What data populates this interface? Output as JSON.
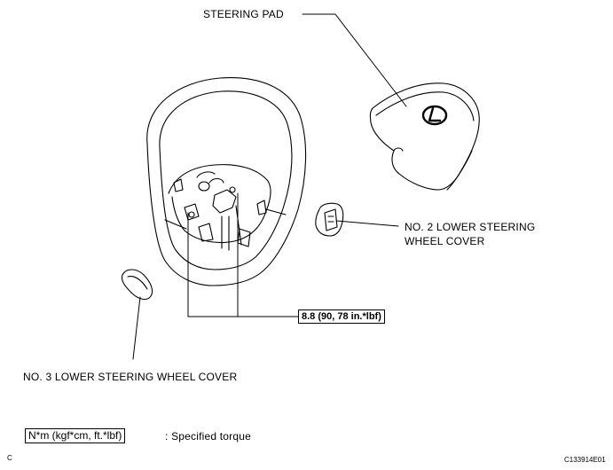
{
  "labels": {
    "steering_pad": "STEERING PAD",
    "no2_cover_line1": "NO. 2 LOWER STEERING",
    "no2_cover_line2": "WHEEL COVER",
    "no3_cover": "NO. 3 LOWER STEERING WHEEL COVER"
  },
  "torque": {
    "value": "8.8 (90, 78 in.*lbf)"
  },
  "legend": {
    "units": "N*m (kgf*cm, ft.*lbf)",
    "description": ": Specified torque"
  },
  "corner": {
    "letter": "C",
    "figure_id": "C133914E01"
  }
}
